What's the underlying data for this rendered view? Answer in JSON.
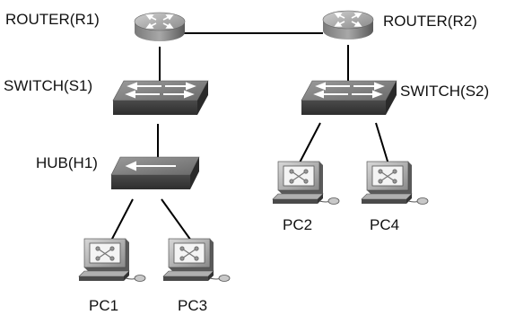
{
  "devices": {
    "r1": {
      "label": "ROUTER(R1)",
      "type": "router",
      "icon": "router-icon"
    },
    "r2": {
      "label": "ROUTER(R2)",
      "type": "router",
      "icon": "router-icon"
    },
    "s1": {
      "label": "SWITCH(S1)",
      "type": "switch",
      "icon": "switch-icon"
    },
    "s2": {
      "label": "SWITCH(S2)",
      "type": "switch",
      "icon": "switch-icon"
    },
    "h1": {
      "label": "HUB(H1)",
      "type": "hub",
      "icon": "hub-icon"
    },
    "pc1": {
      "label": "PC1",
      "type": "pc",
      "icon": "pc-icon"
    },
    "pc2": {
      "label": "PC2",
      "type": "pc",
      "icon": "pc-icon"
    },
    "pc3": {
      "label": "PC3",
      "type": "pc",
      "icon": "pc-icon"
    },
    "pc4": {
      "label": "PC4",
      "type": "pc",
      "icon": "pc-icon"
    }
  },
  "links": [
    [
      "r1",
      "r2"
    ],
    [
      "r1",
      "s1"
    ],
    [
      "r2",
      "s2"
    ],
    [
      "s1",
      "h1"
    ],
    [
      "h1",
      "pc1"
    ],
    [
      "h1",
      "pc3"
    ],
    [
      "s2",
      "pc2"
    ],
    [
      "s2",
      "pc4"
    ]
  ],
  "colors": {
    "device_dark": "#3a3a3a",
    "device_mid": "#8c8c8c",
    "device_light": "#c8c8c8",
    "line": "#000000"
  }
}
